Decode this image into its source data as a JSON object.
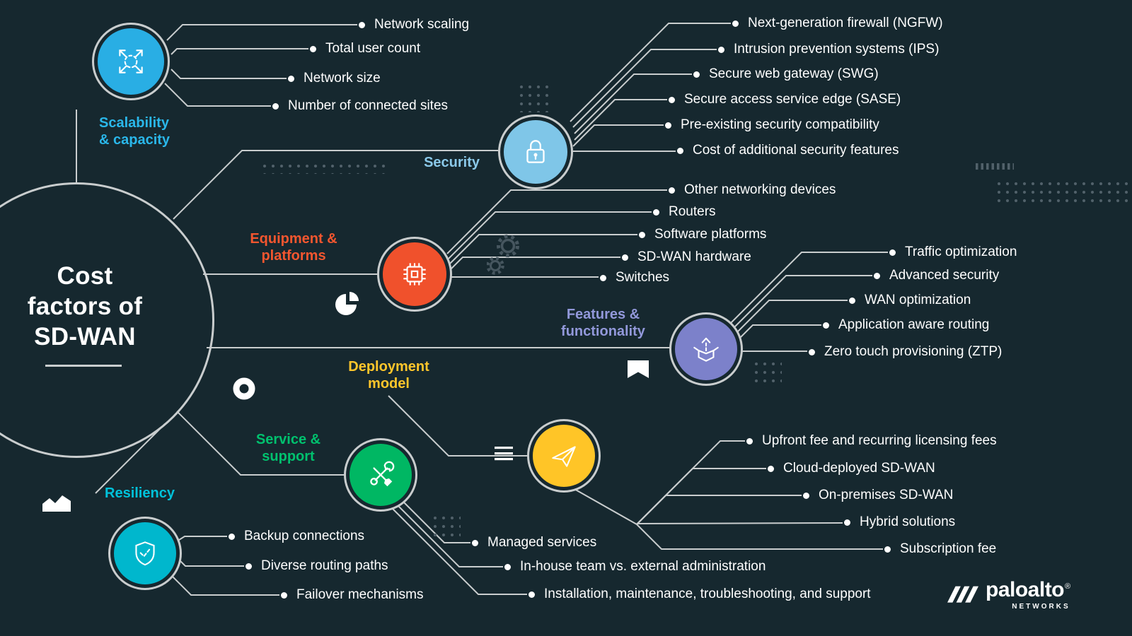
{
  "background": "#16282f",
  "line_color": "#c9cdce",
  "center": {
    "title_line1": "Cost",
    "title_line2": "factors of",
    "title_line3": "SD-WAN"
  },
  "branches": [
    {
      "id": "scalability",
      "label": "Scalability\n& capacity",
      "color": "#2ab7ea",
      "icon": "expand-arrows-icon",
      "icon_bg": "#29aee4",
      "items": [
        "Network scaling",
        "Total user count",
        "Network size",
        "Number of connected sites"
      ]
    },
    {
      "id": "security",
      "label": "Security",
      "color": "#8bc9e9",
      "icon": "padlock-icon",
      "icon_bg": "#7fc6e8",
      "items": [
        "Next-generation firewall (NGFW)",
        "Intrusion prevention systems (IPS)",
        "Secure web gateway (SWG)",
        "Secure access service edge (SASE)",
        "Pre-existing security compatibility",
        "Cost of additional security features"
      ]
    },
    {
      "id": "equipment",
      "label": "Equipment &\nplatforms",
      "color": "#f4562f",
      "icon": "cpu-chip-icon",
      "icon_bg": "#f0512c",
      "items": [
        "Other networking devices",
        "Routers",
        "Software platforms",
        "SD-WAN hardware",
        "Switches"
      ]
    },
    {
      "id": "features",
      "label": "Features &\nfunctionality",
      "color": "#9298da",
      "icon": "open-box-icon",
      "icon_bg": "#7c81ca",
      "items": [
        "Traffic optimization",
        "Advanced security",
        "WAN optimization",
        "Application aware routing",
        "Zero touch provisioning (ZTP)"
      ]
    },
    {
      "id": "deployment",
      "label": "Deployment\nmodel",
      "color": "#ffc62b",
      "icon": "paper-plane-icon",
      "icon_bg": "#ffc527",
      "items": [
        "Upfront fee and recurring licensing fees",
        "Cloud-deployed SD-WAN",
        "On-premises SD-WAN",
        "Hybrid solutions",
        "Subscription fee"
      ]
    },
    {
      "id": "service",
      "label": "Service &\nsupport",
      "color": "#00c16e",
      "icon": "tools-icon",
      "icon_bg": "#00b763",
      "items": [
        "Managed services",
        "In-house team vs. external administration",
        "Installation, maintenance, troubleshooting, and support"
      ]
    },
    {
      "id": "resiliency",
      "label": "Resiliency",
      "color": "#00c2da",
      "icon": "shield-check-icon",
      "icon_bg": "#00b7cd",
      "items": [
        "Backup connections",
        "Diverse routing paths",
        "Failover mechanisms"
      ]
    }
  ],
  "logo": {
    "brand": "paloalto",
    "registered": "®",
    "sub": "NETWORKS"
  }
}
